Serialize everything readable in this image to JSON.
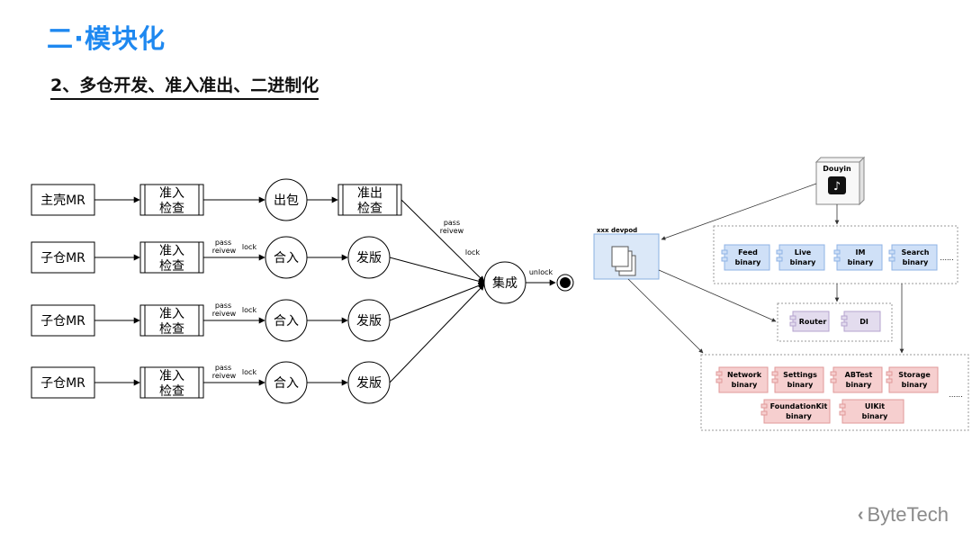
{
  "header": {
    "title": "二·模块化",
    "subtitle": "2、多仓开发、准入准出、二进制化"
  },
  "flow": {
    "rows": [
      {
        "mr": "主壳MR",
        "gate": [
          "准入",
          "检查"
        ],
        "step2": "出包",
        "step3": [
          "准出",
          "检查"
        ]
      },
      {
        "mr": "子仓MR",
        "gate": [
          "准入",
          "检查"
        ],
        "edge": [
          "pass",
          "reivew"
        ],
        "lock": "lock",
        "step2": "合入",
        "step3": "发版"
      },
      {
        "mr": "子仓MR",
        "gate": [
          "准入",
          "检查"
        ],
        "edge": [
          "pass",
          "reivew"
        ],
        "lock": "lock",
        "step2": "合入",
        "step3": "发版"
      },
      {
        "mr": "子仓MR",
        "gate": [
          "准入",
          "检查"
        ],
        "edge": [
          "pass",
          "reivew"
        ],
        "lock": "lock",
        "step2": "合入",
        "step3": "发版"
      }
    ],
    "top_pass": [
      "pass",
      "reivew"
    ],
    "top_lock": "lock",
    "merge": "集成",
    "unlock": "unlock"
  },
  "arch": {
    "app": "Douyin",
    "devpod": "xxx devpod",
    "business": [
      [
        "Feed",
        "binary"
      ],
      [
        "Live",
        "binary"
      ],
      [
        "IM",
        "binary"
      ],
      [
        "Search",
        "binary"
      ]
    ],
    "business_more": "......",
    "middle": [
      "Router",
      "DI"
    ],
    "base_row1": [
      [
        "Network",
        "binary"
      ],
      [
        "Settings",
        "binary"
      ],
      [
        "ABTest",
        "binary"
      ],
      [
        "Storage",
        "binary"
      ]
    ],
    "base_row2": [
      [
        "FoundationKit",
        "binary"
      ],
      [
        "UIKit",
        "binary"
      ]
    ],
    "base_more": "......"
  },
  "brand": "ByteTech",
  "colors": {
    "title": "#1e88f0",
    "business": "#cfe0f7",
    "middle": "#e3dcee",
    "base": "#f6cfcf"
  }
}
